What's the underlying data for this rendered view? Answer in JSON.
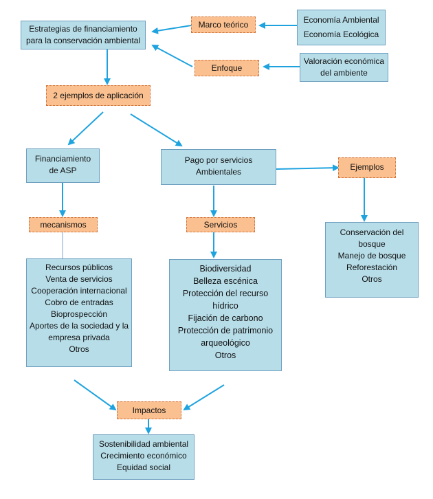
{
  "nodes": {
    "estrategias": [
      "Estrategias de financiamiento",
      "para la conservación ambiental"
    ],
    "marco": [
      "Marco teórico"
    ],
    "economias": [
      "Economía Ambiental",
      "Economía Ecológica"
    ],
    "enfoque": [
      "Enfoque"
    ],
    "valoracion": [
      "Valoración económica",
      "del ambiente"
    ],
    "ejemplos_aplicacion": [
      "2 ejemplos de aplicación"
    ],
    "financiamiento_asp": [
      "Financiamiento",
      "de ASP"
    ],
    "pago_servicios": [
      "Pago por servicios",
      "Ambientales"
    ],
    "ejemplos": [
      "Ejemplos"
    ],
    "mecanismos": [
      "mecanismos"
    ],
    "servicios": [
      "Servicios"
    ],
    "lista_ejemplos": [
      "Conservación del",
      "bosque",
      "Manejo de bosque",
      "Reforestación",
      "Otros"
    ],
    "lista_mecanismos": [
      "Recursos públicos",
      "Venta de servicios",
      "Cooperación internacional",
      "Cobro de entradas",
      "Bioprospección",
      "Aportes de la sociedad y la",
      "empresa privada",
      "Otros"
    ],
    "lista_servicios": [
      "Biodiversidad",
      "Belleza escénica",
      "Protección del recurso",
      "hídrico",
      "Fijación de carbono",
      "Protección de patrimonio",
      "arqueológico",
      "Otros"
    ],
    "impactos": [
      "Impactos"
    ],
    "lista_impactos": [
      "Sostenibilidad ambiental",
      "Crecimiento económico",
      "Equidad social"
    ]
  },
  "colors": {
    "box_fill": "#b7dde8",
    "box_border": "#6e9fc0",
    "tag_fill": "#fac090",
    "tag_border": "#d0743c",
    "arrow": "#1fa3df"
  }
}
